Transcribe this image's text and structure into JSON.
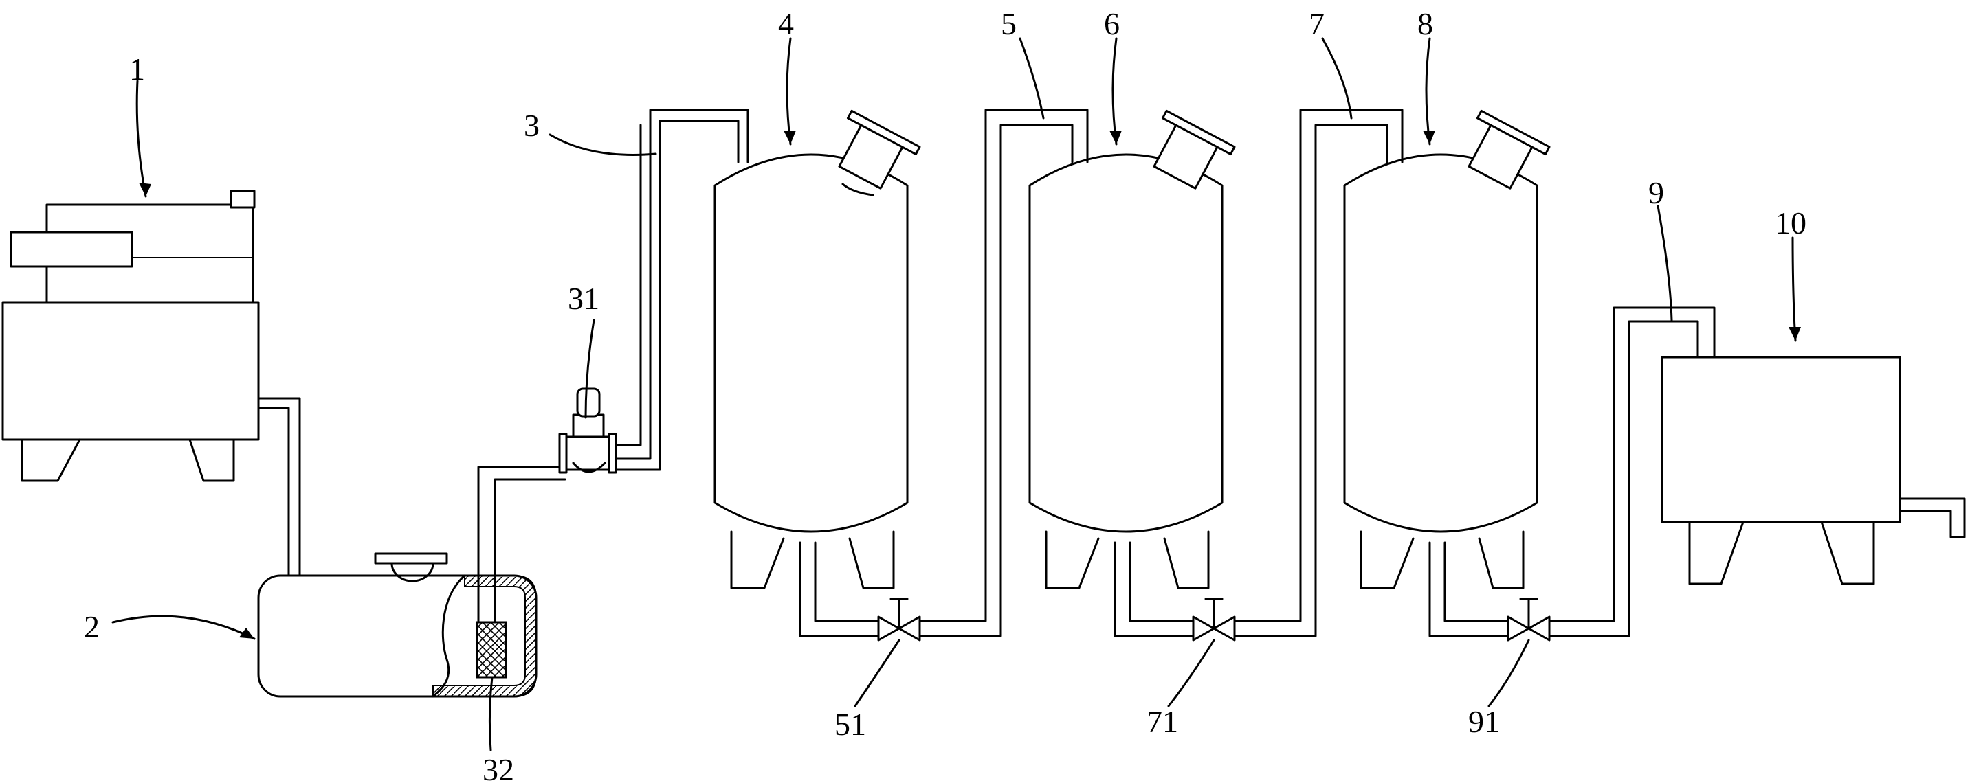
{
  "labels": {
    "l1": "1",
    "l2": "2",
    "l3": "3",
    "l31": "31",
    "l32": "32",
    "l4": "4",
    "l5": "5",
    "l51": "51",
    "l6": "6",
    "l7": "7",
    "l71": "71",
    "l8": "8",
    "l9": "9",
    "l91": "91",
    "l10": "10"
  }
}
